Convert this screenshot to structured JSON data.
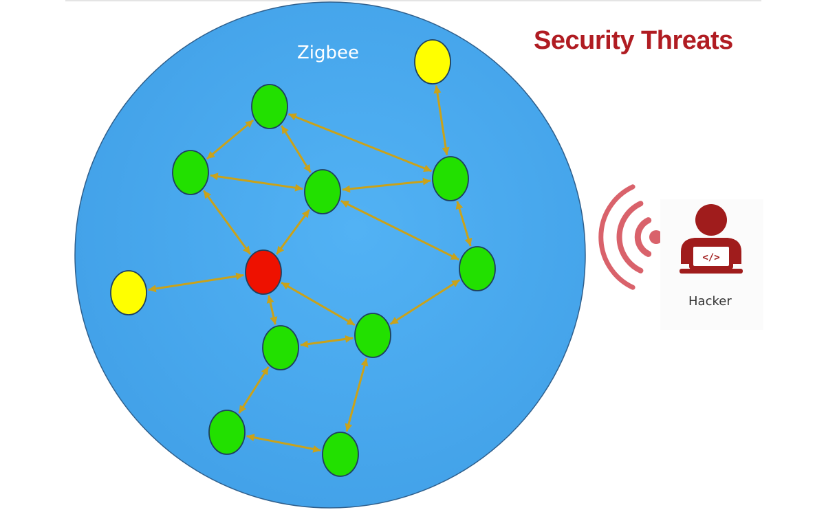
{
  "title": "Security Threats",
  "network": {
    "label": "Zigbee",
    "colors": {
      "area_fill": "#4aa7ec",
      "area_stroke": "#2f5f8c",
      "router": "#22e000",
      "end_device": "#ffff00",
      "compromised": "#ee1100",
      "link": "#c9a21a"
    },
    "nodes": [
      {
        "id": "n1",
        "role": "end-device"
      },
      {
        "id": "n2",
        "role": "router"
      },
      {
        "id": "n3",
        "role": "router"
      },
      {
        "id": "n4",
        "role": "router"
      },
      {
        "id": "n5",
        "role": "router"
      },
      {
        "id": "n6",
        "role": "router"
      },
      {
        "id": "n7",
        "role": "compromised"
      },
      {
        "id": "n8",
        "role": "end-device"
      },
      {
        "id": "n9",
        "role": "router"
      },
      {
        "id": "n10",
        "role": "router"
      },
      {
        "id": "n11",
        "role": "router"
      },
      {
        "id": "n12",
        "role": "router"
      }
    ],
    "links": [
      [
        "n1",
        "n5"
      ],
      [
        "n2",
        "n3"
      ],
      [
        "n2",
        "n4"
      ],
      [
        "n2",
        "n5"
      ],
      [
        "n3",
        "n4"
      ],
      [
        "n3",
        "n7"
      ],
      [
        "n4",
        "n5"
      ],
      [
        "n4",
        "n7"
      ],
      [
        "n4",
        "n6"
      ],
      [
        "n5",
        "n6"
      ],
      [
        "n7",
        "n8"
      ],
      [
        "n7",
        "n9"
      ],
      [
        "n7",
        "n10"
      ],
      [
        "n6",
        "n10"
      ],
      [
        "n9",
        "n10"
      ],
      [
        "n9",
        "n11"
      ],
      [
        "n11",
        "n12"
      ],
      [
        "n12",
        "n10"
      ]
    ]
  },
  "hacker": {
    "label": "Hacker",
    "icon": "hacker-laptop-icon",
    "signal_icon": "wireless-signal-icon",
    "color": "#a01c1c",
    "signal_color": "#d9626b",
    "title_color": "#b01c22"
  }
}
